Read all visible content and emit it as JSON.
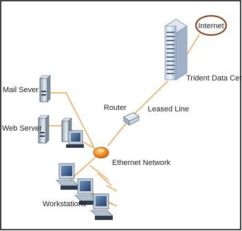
{
  "labels": {
    "internet": "Internet",
    "data_center": "Trident Data Center",
    "router": "Router",
    "leased_line": "Leased Line",
    "mail_server": "Mail Sever",
    "web_server": "Web Server",
    "ethernet": "Ethernet Network",
    "workstations": "Workstations"
  },
  "colors": {
    "cable": "#f0a04c",
    "hub": "#f08a24",
    "internet_outline": "#8a4a28",
    "frame": "#000000",
    "device_body": "#c7d3df",
    "device_dark": "#4a5a6a",
    "screen": "#3d5f86"
  }
}
